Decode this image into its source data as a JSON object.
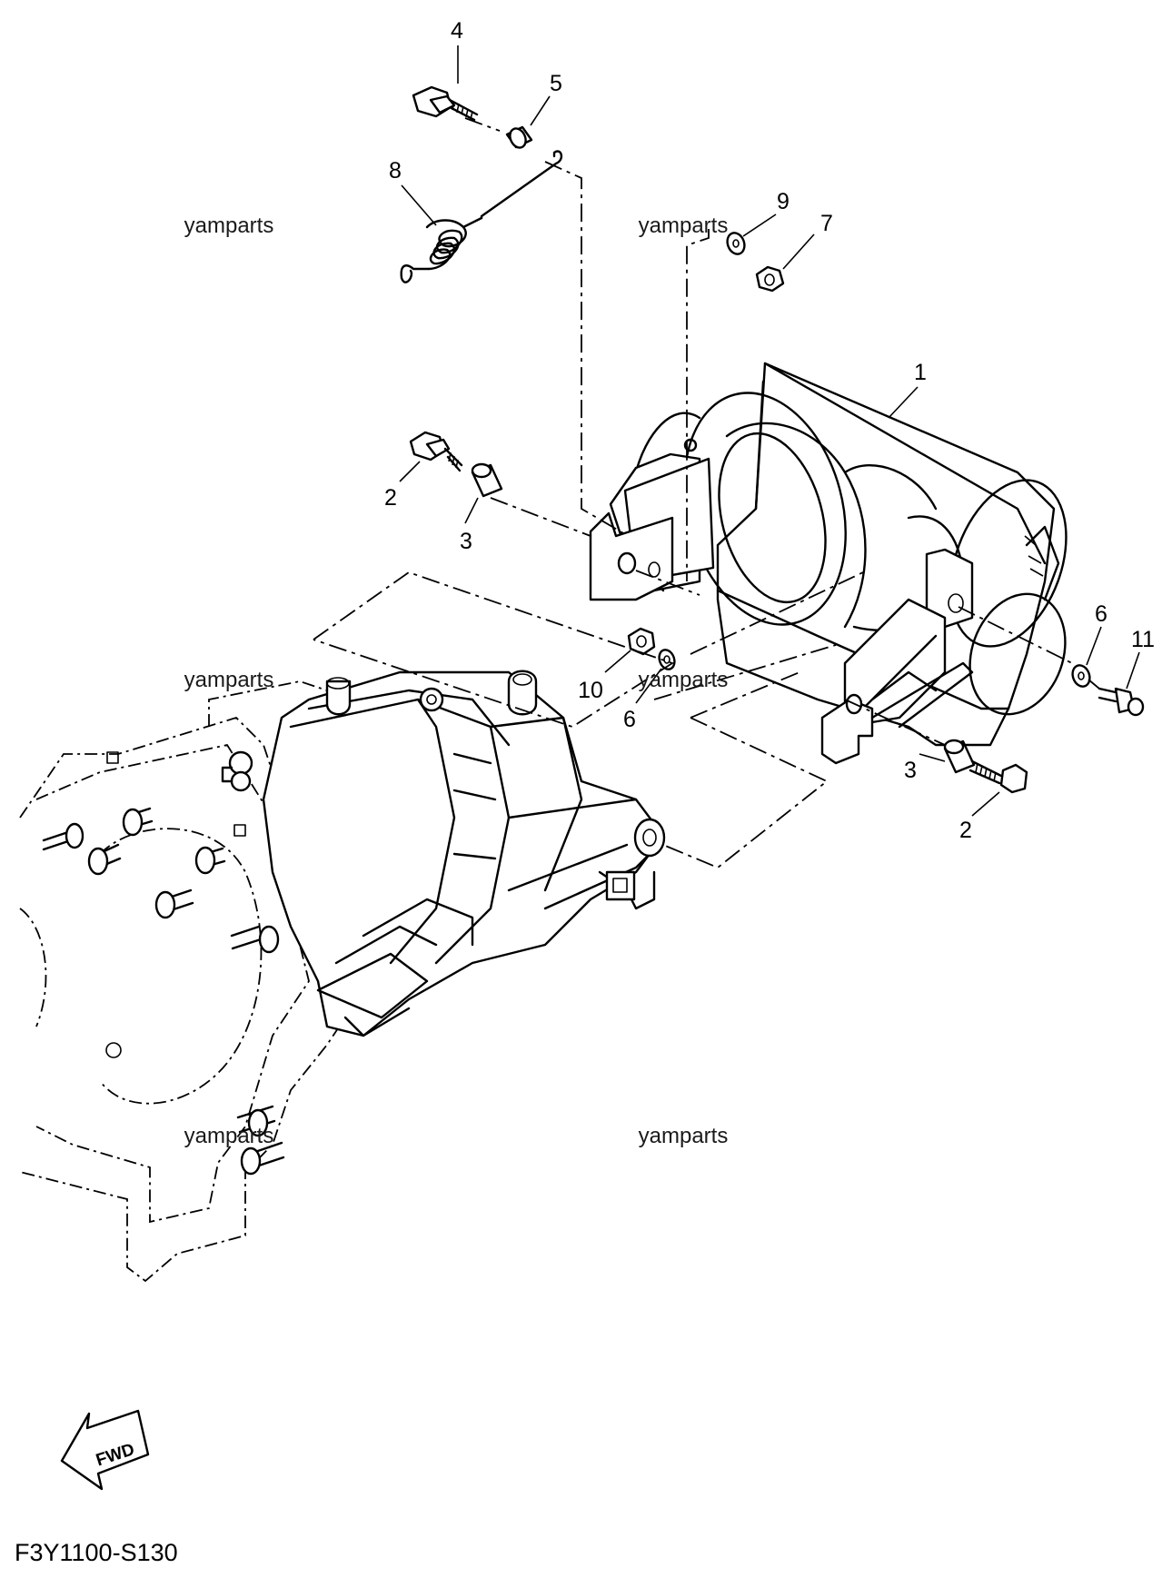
{
  "diagram": {
    "part_code": "F3Y1100-S130",
    "direction_label": "FWD",
    "watermark_text": "yamparts",
    "callouts": {
      "c1": "1",
      "c2a": "2",
      "c2b": "2",
      "c3a": "3",
      "c3b": "3",
      "c4": "4",
      "c5": "5",
      "c6a": "6",
      "c6b": "6",
      "c7": "7",
      "c8": "8",
      "c9": "9",
      "c10": "10",
      "c11": "11"
    }
  }
}
